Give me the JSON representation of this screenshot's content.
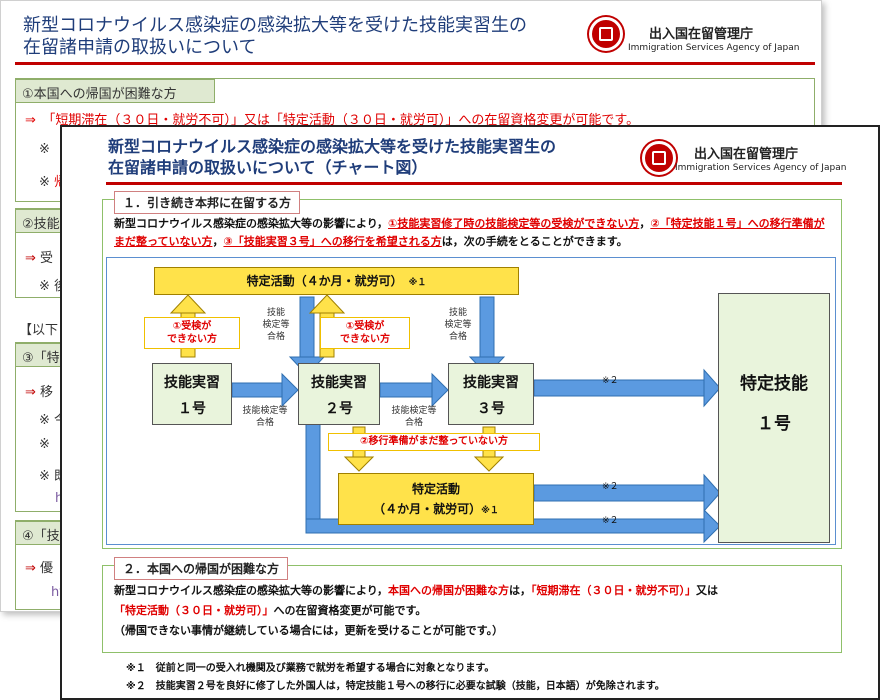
{
  "back": {
    "title_line1": "新型コロナウイルス感染症の感染拡大等を受けた技能実習生の",
    "title_line2": "在留諸申請の取扱いについて",
    "section1": "①本国への帰国が困難な方",
    "section1_line": "⇒　「短期滞在（３０日・就労不可）」又は「特定活動（３０日・就労可）」への在留資格変更が可能です。",
    "section2": "②技能",
    "mark_a": "※",
    "mark_b": "※",
    "mark_c": "※",
    "mark_d": "※",
    "mark_e": "※",
    "mark_f": "※",
    "arrow_a": "⇒",
    "arrow_b": "⇒",
    "arrow_c": "⇒",
    "below_label": "【以下",
    "section3": "③「特",
    "section4": "④「技",
    "red_frag": "帰",
    "text_a": "受",
    "text_b": "後",
    "text_c": "移",
    "text_d": "今",
    "text_e": "既",
    "text_f": "優",
    "link_a": "h",
    "link_b": "ht"
  },
  "front": {
    "title_line1": "新型コロナウイルス感染症の感染拡大等を受けた技能実習生の",
    "title_line2": "在留諸申請の取扱いについて（チャート図）",
    "agency_jp": "出入国在留管理庁",
    "agency_en": "Immigration Services Agency of Japan",
    "sec1_label": "１．引き続き本邦に在留する方",
    "intro_p1": "新型コロナウイルス感染症の感染拡大等の影響により，",
    "intro_r1": "①技能実習修了時の技能検定等の受検ができない方",
    "intro_p2": "，",
    "intro_r2": "②「特定技能１号」への移行準備がまだ整っていない方",
    "intro_p3": "，",
    "intro_r3": "③「技能実習３号」への移行を希望される方",
    "intro_p4": "は，次の手続をとることができます。",
    "top_activity": "特定活動（４か月・就労可）",
    "top_activity_mark": "※１",
    "bottom_activity_1": "特定活動",
    "bottom_activity_2": "（４か月・就労可）",
    "bottom_activity_mark": "※１",
    "node1_a": "技能実習",
    "node1_b": "１号",
    "node2_a": "技能実習",
    "node2_b": "２号",
    "node3_a": "技能実習",
    "node3_b": "３号",
    "node4_a": "特定技能",
    "node4_b": "１号",
    "note_exam_1a": "①受検が",
    "note_exam_1b": "できない方",
    "note_exam_2a": "①受検が",
    "note_exam_2b": "できない方",
    "note_prep": "②移行準備がまだ整っていない方",
    "pass_1": "技能検定等\n合格",
    "pass_2": "技能検定等\n合格",
    "pass_top_1": "技能\n検定等\n合格",
    "pass_top_2": "技能\n検定等\n合格",
    "mark2_a": "※２",
    "mark2_b": "※２",
    "mark2_c": "※２",
    "sec2_label": "２．本国への帰国が困難な方",
    "sec2_p1": "新型コロナウイルス感染症の感染拡大等の影響により，",
    "sec2_r1": "本国への帰国が困難な方",
    "sec2_p2": "は，",
    "sec2_r2": "「短期滞在（３０日・就労不可）」",
    "sec2_p3": "又は",
    "sec2_r3": "「特定活動（３０日・就労可）」",
    "sec2_p4": "への在留資格変更が可能です。",
    "sec2_line3": "（帰国できない事情が継続している場合には，更新を受けることが可能です。）",
    "foot1": "※１　従前と同一の受入れ機関及び業務で就労を希望する場合に対象となります。",
    "foot2": "※２　技能実習２号を良好に修了した外国人は，特定技能１号への移行に必要な試験（技能，日本語）が免除されます。"
  },
  "colors": {
    "title_blue": "#1f3d7a",
    "accent_red": "#c00000",
    "arrow_blue": "#3f7fd0",
    "arrow_yellow": "#ffe24a",
    "node_green": "#e9f4dc"
  }
}
